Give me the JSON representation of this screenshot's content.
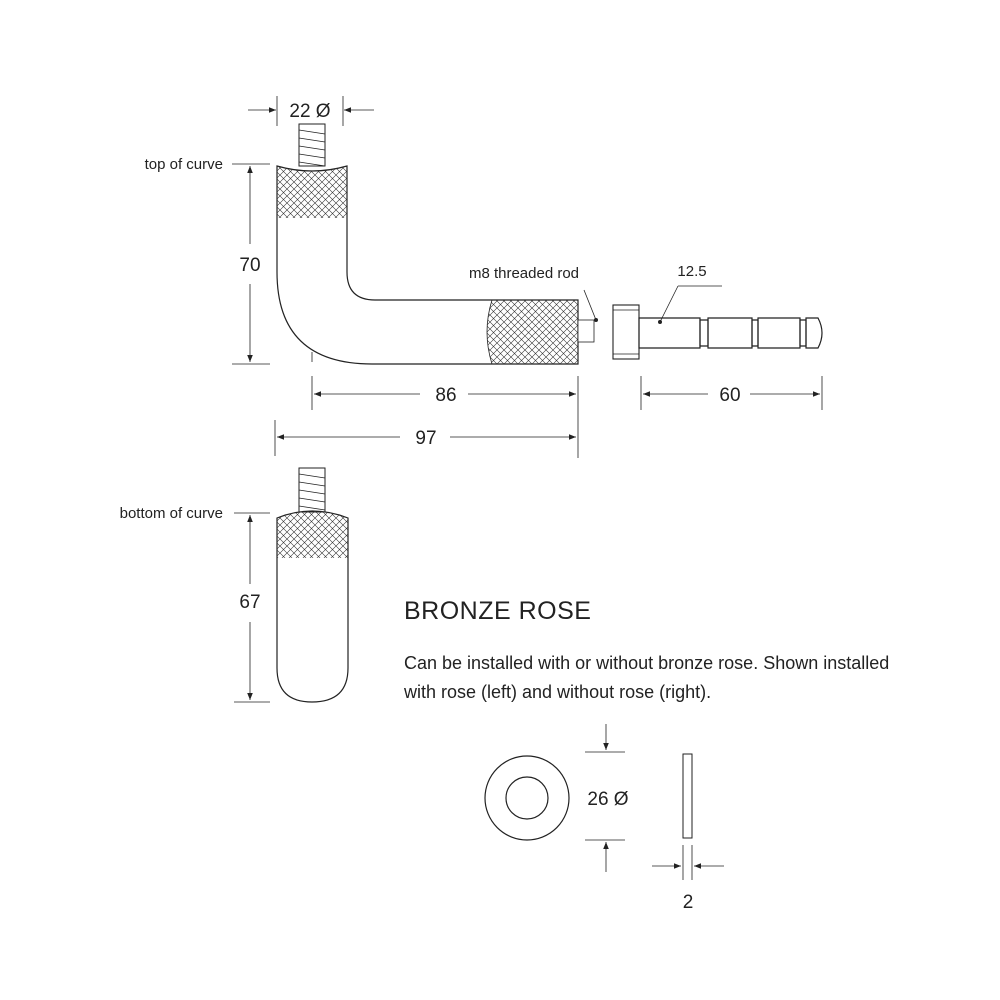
{
  "top_view": {
    "diameter_label": "22 Ø",
    "curve_label": "top of curve",
    "height_label": "70",
    "rod_label": "m8 threaded rod",
    "spindle_label": "12.5",
    "length_86": "86",
    "length_97": "97",
    "spindle_length": "60"
  },
  "bottom_view": {
    "curve_label": "bottom of curve",
    "height_label": "67"
  },
  "rose": {
    "title": "BRONZE ROSE",
    "description_line1": "Can be installed with or without bronze rose. Shown installed",
    "description_line2": "with rose (left) and without rose (right).",
    "diameter_label": "26 Ø",
    "thickness_label": "2"
  }
}
